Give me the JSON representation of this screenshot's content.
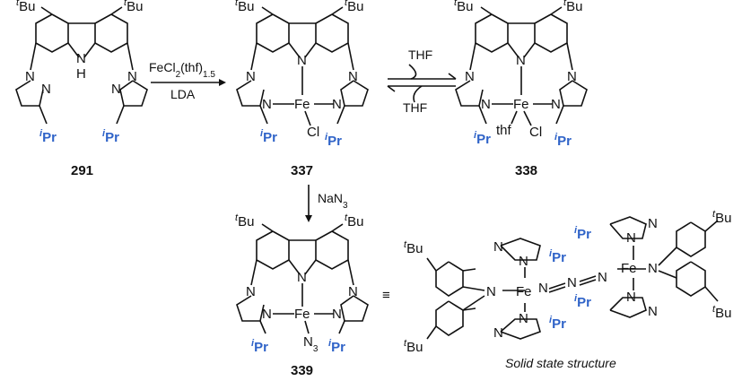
{
  "compounds": {
    "c291": {
      "number": "291"
    },
    "c337": {
      "number": "337"
    },
    "c338": {
      "number": "338"
    },
    "c339": {
      "number": "339"
    }
  },
  "atoms": {
    "tBu": "Bu",
    "t_sup": "t",
    "iPr_sup": "i",
    "iPr": "Pr",
    "N": "N",
    "H": "H",
    "Fe": "Fe",
    "Cl": "Cl",
    "thf": "thf",
    "N3": "N",
    "N3_sub": "3"
  },
  "conditions": {
    "step1_top": "FeCl",
    "step1_top_sub": "2",
    "step1_top_paren": "(thf)",
    "step1_top_sub2": "1.5",
    "step1_bottom": "LDA",
    "eq_top": "THF",
    "eq_bottom": "THF",
    "step2": "NaN",
    "step2_sub": "3"
  },
  "equivalence": "≡",
  "caption": "Solid state structure",
  "colors": {
    "accent": "#2f63c8",
    "ink": "#111111"
  }
}
